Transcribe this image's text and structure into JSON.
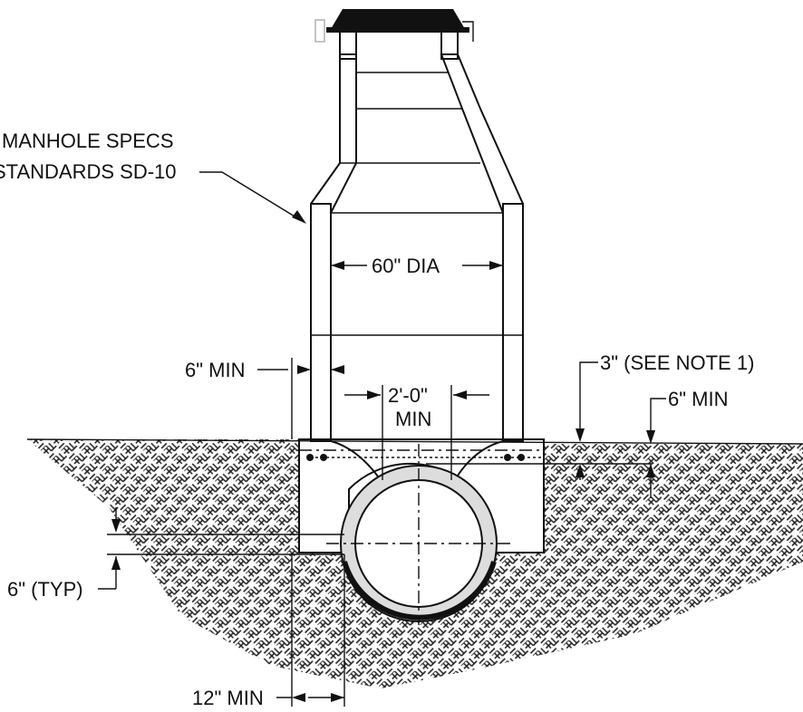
{
  "labels": {
    "specs_line1": "MANHOLE SPECS",
    "specs_line2": "STANDARDS SD-10",
    "dia": "60\" DIA",
    "wall_min": "6\" MIN",
    "clear_min_top": "2'-0\"",
    "clear_min_bottom": "MIN",
    "note_3in": "3\" (SEE NOTE 1)",
    "right_min": "6\" MIN",
    "typ": "6\" (TYP)",
    "bottom_min": "12\" MIN"
  },
  "colors": {
    "line": "#111111",
    "concrete": "#e6e6e6",
    "soil_hatch": "#222222"
  }
}
